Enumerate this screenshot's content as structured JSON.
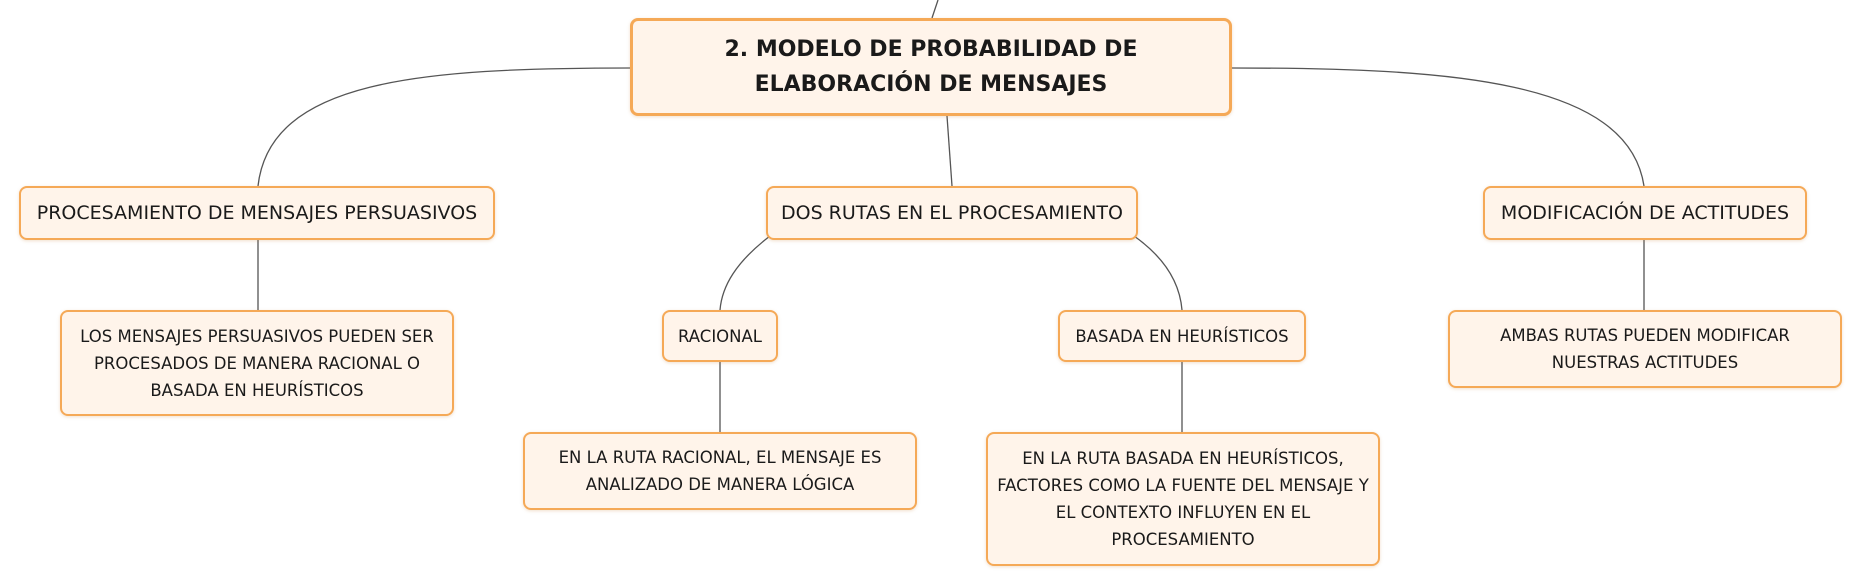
{
  "root": {
    "title": "2. MODELO DE PROBABILIDAD DE ELABORACIÓN DE MENSAJES"
  },
  "branches": {
    "procesamiento": {
      "label": "PROCESAMIENTO DE MENSAJES PERSUASIVOS",
      "detail": "LOS MENSAJES PERSUASIVOS PUEDEN SER PROCESADOS DE MANERA RACIONAL O BASADA EN HEURÍSTICOS"
    },
    "dos_rutas": {
      "label": "DOS RUTAS EN EL PROCESAMIENTO",
      "racional": {
        "label": "RACIONAL",
        "detail": "EN LA RUTA RACIONAL, EL MENSAJE ES ANALIZADO DE MANERA LÓGICA"
      },
      "heuristicos": {
        "label": "BASADA EN HEURÍSTICOS",
        "detail": "EN LA RUTA BASADA EN HEURÍSTICOS, FACTORES COMO LA FUENTE DEL MENSAJE Y EL CONTEXTO INFLUYEN EN EL PROCESAMIENTO"
      }
    },
    "modificacion": {
      "label": "MODIFICACIÓN DE ACTITUDES",
      "detail": "AMBAS RUTAS PUEDEN MODIFICAR NUESTRAS ACTITUDES"
    }
  },
  "colors": {
    "node_fill": "#fff4ea",
    "node_border": "#f5a957",
    "connector": "#555555"
  }
}
